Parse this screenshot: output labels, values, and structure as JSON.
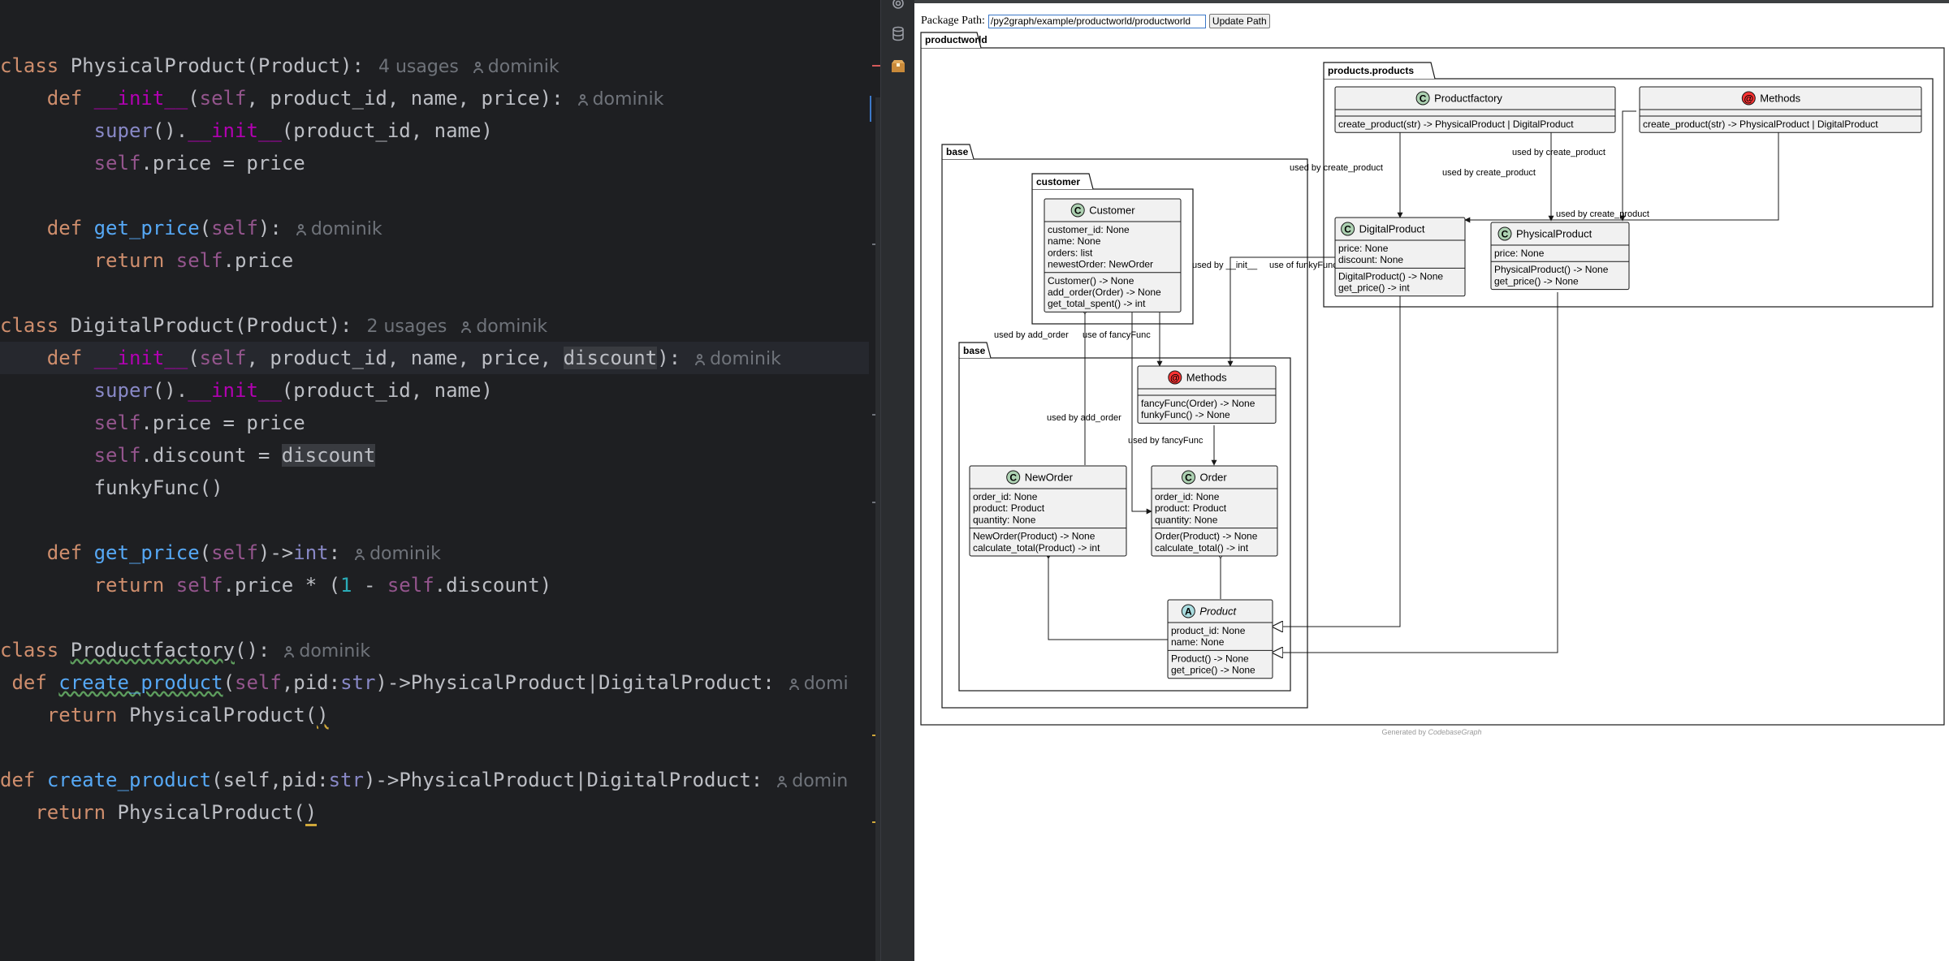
{
  "editor": {
    "hint_author": "dominik",
    "lines": {
      "l1_kw": "class",
      "l1_name": "PhysicalProduct",
      "l1_rest": "(Product):",
      "l1_usages": "4 usages",
      "l2_kw": "def",
      "l2_fn": "__init__",
      "l2_open": "(",
      "l2_self": "self",
      "l2_rest": ", product_id, name, price):",
      "l3_super": "super",
      "l3_a": "().",
      "l3_init": "__init__",
      "l3_b": "(product_id, name)",
      "l4_self": "self",
      "l4_rest": ".price = price",
      "l5_kw": "def",
      "l5_fn": "get_price",
      "l5_open": "(",
      "l5_self": "self",
      "l5_close": "):",
      "l6_kw": "return",
      "l6_self": "self",
      "l6_rest": ".price",
      "l7_kw": "class",
      "l7_name": "DigitalProduct",
      "l7_rest": "(Product):",
      "l7_usages": "2 usages",
      "l8_kw": "def",
      "l8_fn": "__init__",
      "l8_open": "(",
      "l8_self": "self",
      "l8_mid": ", product_id, name, price, ",
      "l8_disc": "discount",
      "l8_close": "):",
      "l9_super": "super",
      "l9_a": "().",
      "l9_init": "__init__",
      "l9_b": "(product_id, name)",
      "l10_self": "self",
      "l10_rest": ".price = price",
      "l11_self": "self",
      "l11_rest": ".discount = ",
      "l11_disc": "discount",
      "l12_call": "funkyFunc()",
      "l13_kw": "def",
      "l13_fn": "get_price",
      "l13_open": "(",
      "l13_self": "self",
      "l13_arrow": ")->",
      "l13_int": "int",
      "l13_colon": ":",
      "l14_kw": "return",
      "l14_self": "self",
      "l14_a": ".price * (",
      "l14_num": "1",
      "l14_b": " - ",
      "l14_self2": "self",
      "l14_c": ".discount)",
      "l15_kw": "class",
      "l15_name": "Productfactory",
      "l15_rest": "():",
      "l16_kw": "def",
      "l16_fn": "create_product",
      "l16_open": "(",
      "l16_self": "self",
      "l16_a": ",pid:",
      "l16_str": "str",
      "l16_b": ")->PhysicalProduct|DigitalProduct:",
      "l16_author": "domi",
      "l17_kw": "return",
      "l17_a": "PhysicalProduct(",
      "l17_b": ")",
      "l18_kw": "def",
      "l18_fn": "create_product",
      "l18_a": "(self,pid:",
      "l18_str": "str",
      "l18_b": ")->PhysicalProduct|DigitalProduct:",
      "l18_author": "domin",
      "l19_kw": "return",
      "l19_a": "PhysicalProduct(",
      "l19_b": ")"
    }
  },
  "diagram": {
    "path_label": "Package Path:",
    "path_value": "/py2graph/example/productworld/productworld",
    "update_button": "Update Path",
    "footer_prefix": "Generated by ",
    "footer_brand": "CodebaseGraph",
    "packages": {
      "productworld": "productworld",
      "products": "products.products",
      "base_outer": "base",
      "customer": "customer",
      "base_inner": "base"
    },
    "classes": {
      "productfactory": {
        "name": "Productfactory",
        "stereo": "C",
        "methods": [
          "create_product(str) -> PhysicalProduct | DigitalProduct"
        ]
      },
      "methods_top": {
        "name": "Methods",
        "stereo": "@",
        "methods": [
          "create_product(str) -> PhysicalProduct | DigitalProduct"
        ]
      },
      "digital": {
        "name": "DigitalProduct",
        "stereo": "C",
        "fields": [
          "price: None",
          "discount: None"
        ],
        "methods": [
          "DigitalProduct() -> None",
          "get_price() -> int"
        ]
      },
      "physical": {
        "name": "PhysicalProduct",
        "stereo": "C",
        "fields": [
          "price: None"
        ],
        "methods": [
          "PhysicalProduct() -> None",
          "get_price() -> None"
        ]
      },
      "customer": {
        "name": "Customer",
        "stereo": "C",
        "fields": [
          "customer_id: None",
          "name: None",
          "orders: list",
          "newestOrder: NewOrder"
        ],
        "methods": [
          "Customer() -> None",
          "add_order(Order) -> None",
          "get_total_spent() -> int"
        ]
      },
      "methods_base": {
        "name": "Methods",
        "stereo": "@",
        "methods": [
          "fancyFunc(Order) -> None",
          "funkyFunc() -> None"
        ]
      },
      "neworder": {
        "name": "NewOrder",
        "stereo": "C",
        "fields": [
          "order_id: None",
          "product: Product",
          "quantity: None"
        ],
        "methods": [
          "NewOrder(Product) -> None",
          "calculate_total(Product) -> int"
        ]
      },
      "order": {
        "name": "Order",
        "stereo": "C",
        "fields": [
          "order_id: None",
          "product: Product",
          "quantity: None"
        ],
        "methods": [
          "Order(Product) -> None",
          "calculate_total() -> int"
        ]
      },
      "product": {
        "name": "Product",
        "stereo": "A",
        "fields": [
          "product_id: None",
          "name: None"
        ],
        "methods": [
          "Product() -> None",
          "get_price() -> None"
        ]
      }
    },
    "edge_labels": {
      "e1": "used by create_product",
      "e2": "used by create_product",
      "e3": "used by create_product",
      "e4": "used by create_product",
      "e5": "used by __init__",
      "e6": "use of funkyFunc",
      "e7": "used by add_order",
      "e8": "use of fancyFunc",
      "e9": "used by add_order",
      "e10": "used by fancyFunc"
    }
  },
  "colors": {
    "stereo_class": "#add1b2",
    "stereo_annotation": "#ff3333",
    "stereo_abstract": "#a9dcdf"
  }
}
